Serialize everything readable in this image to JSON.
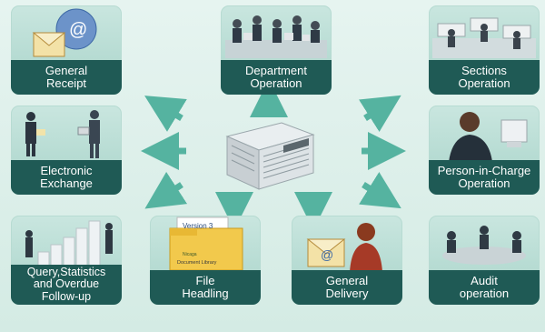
{
  "tiles": {
    "general_receipt": "General\nReceipt",
    "department_operation": "Department\nOperation",
    "sections_operation": "Sections\nOperation",
    "electronic_exchange": "Electronic\nExchange",
    "person_in_charge": "Person-in-Charge\nOperation",
    "query": "Query,Statistics\nand Overdue\nFollow-up",
    "file_headling": "File\nHeadling",
    "general_delivery": "General\nDelivery",
    "audit_operation": "Audit\noperation"
  },
  "folder_text": {
    "version": "Version 3",
    "brand": "Nicaga",
    "library": "Document Library"
  },
  "colors": {
    "label_bg": "#1f5a55",
    "tile_bg": "#b7dcd3",
    "arrow": "#4aa896",
    "background": "#dcefe9"
  }
}
